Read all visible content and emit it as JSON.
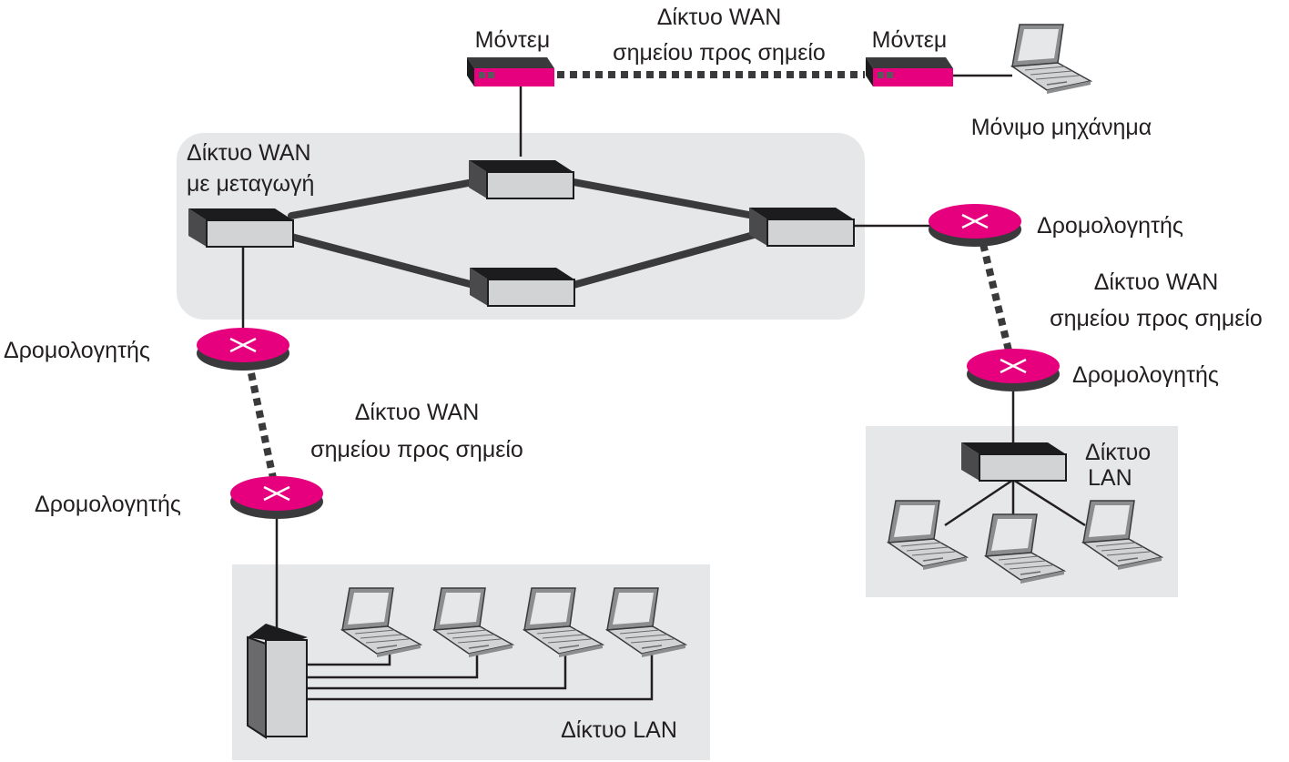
{
  "labels": {
    "modem_left": "Μόντεμ",
    "modem_right": "Μόντεμ",
    "wan_p2p_top_line1": "Δίκτυο WAN",
    "wan_p2p_top_line2": "σημείου προς σημείο",
    "fixed_machine": "Μόνιμο μηχάνημα",
    "switched_wan_line1": "Δίκτυο WAN",
    "switched_wan_line2": "με μεταγωγή",
    "router_right_upper": "Δρομολογητής",
    "wan_p2p_right_line1": "Δίκτυο WAN",
    "wan_p2p_right_line2": "σημείου προς σημείο",
    "router_right_lower": "Δρομολογητής",
    "lan_right_line1": "Δίκτυο",
    "lan_right_line2": "LAN",
    "router_left_upper": "Δρομολογητής",
    "wan_p2p_left_line1": "Δίκτυο WAN",
    "wan_p2p_left_line2": "σημείου προς σημείο",
    "router_left_lower": "Δρομολογητής",
    "lan_bottom": "Δίκτυο LAN"
  },
  "icons": {
    "modem": "modem-icon",
    "switch": "switch-icon",
    "router": "router-icon",
    "laptop": "laptop-icon",
    "server": "server-tower-icon"
  },
  "colors": {
    "router_fill": "#e6007e",
    "modem_fill": "#e6007e",
    "region_fill": "#e6e7e9",
    "line": "#3a3a3c",
    "text": "#231f20"
  }
}
